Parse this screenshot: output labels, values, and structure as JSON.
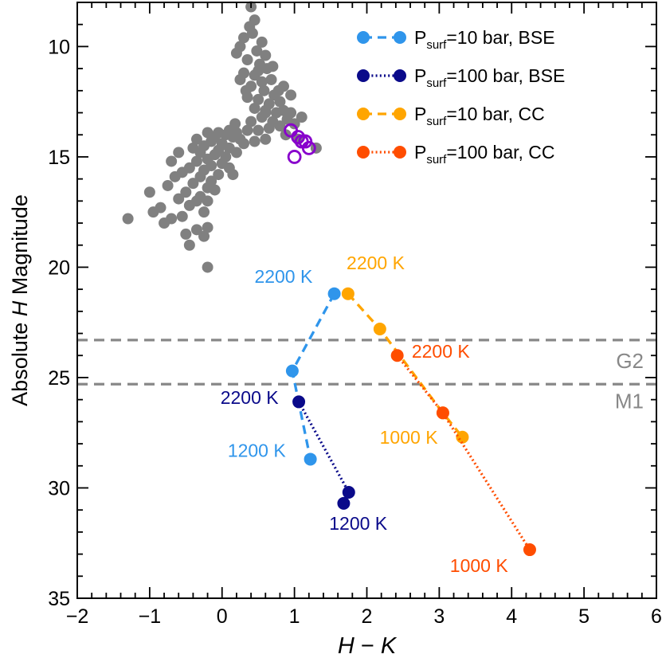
{
  "chart_data": {
    "type": "scatter",
    "xlabel": "H − K",
    "ylabel": "Absolute H Magnitude",
    "xlim": [
      -2,
      6
    ],
    "ylim": [
      35,
      8
    ],
    "y_inverted": true,
    "x_ticks": [
      -2,
      -1,
      0,
      1,
      2,
      3,
      4,
      5,
      6
    ],
    "x_tick_labels": [
      "−2",
      "−1",
      "0",
      "1",
      "2",
      "3",
      "4",
      "5",
      "6"
    ],
    "y_ticks": [
      10,
      15,
      20,
      25,
      30,
      35
    ],
    "y_tick_labels": [
      "10",
      "15",
      "20",
      "25",
      "30",
      "35"
    ],
    "grid": false,
    "legend_position": "top-right",
    "colors": {
      "field": "#808080",
      "purple": "#8800cc",
      "bse10": "#2f95eb",
      "bse100": "#0a0a8a",
      "cc10": "#ffa500",
      "cc100": "#ff4d00",
      "ref_lines": "#888888"
    },
    "series": [
      {
        "name": "P_surf=10 bar, BSE",
        "legend": {
          "p": "P",
          "sub": "surf",
          "rest": "=10 bar, BSE"
        },
        "color": "#2f95eb",
        "dash": "dashed",
        "points": [
          [
            1.55,
            21.2
          ],
          [
            0.97,
            24.7
          ],
          [
            1.22,
            28.7
          ]
        ]
      },
      {
        "name": "P_surf=100 bar, BSE",
        "legend": {
          "p": "P",
          "sub": "surf",
          "rest": "=100 bar, BSE"
        },
        "color": "#0a0a8a",
        "dash": "dotted",
        "points": [
          [
            1.06,
            26.1
          ],
          [
            1.75,
            30.2
          ],
          [
            1.68,
            30.7
          ]
        ]
      },
      {
        "name": "P_surf=10 bar, CC",
        "legend": {
          "p": "P",
          "sub": "surf",
          "rest": "=10 bar, CC"
        },
        "color": "#ffa500",
        "dash": "dashed",
        "points": [
          [
            1.74,
            21.2
          ],
          [
            2.18,
            22.8
          ],
          [
            3.05,
            26.6
          ],
          [
            3.32,
            27.7
          ]
        ]
      },
      {
        "name": "P_surf=100 bar, CC",
        "legend": {
          "p": "P",
          "sub": "surf",
          "rest": "=100 bar, CC"
        },
        "color": "#ff4d00",
        "dash": "dotted",
        "points": [
          [
            2.42,
            24.0
          ],
          [
            3.05,
            26.6
          ],
          [
            4.25,
            32.8
          ]
        ]
      }
    ],
    "field_objects": [
      [
        0.4,
        8.2
      ],
      [
        0.45,
        8.8
      ],
      [
        0.3,
        9.6
      ],
      [
        0.42,
        9.4
      ],
      [
        0.55,
        9.8
      ],
      [
        0.25,
        10.0
      ],
      [
        0.48,
        10.2
      ],
      [
        0.6,
        10.4
      ],
      [
        0.35,
        10.6
      ],
      [
        0.52,
        10.8
      ],
      [
        0.2,
        10.3
      ],
      [
        0.62,
        11.0
      ],
      [
        0.3,
        11.2
      ],
      [
        0.45,
        11.3
      ],
      [
        0.55,
        11.6
      ],
      [
        0.68,
        11.5
      ],
      [
        0.4,
        11.8
      ],
      [
        0.25,
        11.5
      ],
      [
        0.58,
        12.0
      ],
      [
        0.72,
        12.2
      ],
      [
        0.35,
        12.3
      ],
      [
        0.5,
        12.4
      ],
      [
        0.65,
        12.6
      ],
      [
        0.8,
        12.5
      ],
      [
        0.45,
        12.8
      ],
      [
        0.6,
        13.0
      ],
      [
        0.75,
        13.0
      ],
      [
        0.85,
        12.9
      ],
      [
        0.55,
        13.2
      ],
      [
        0.7,
        13.4
      ],
      [
        0.9,
        13.3
      ],
      [
        0.4,
        13.4
      ],
      [
        0.8,
        13.6
      ],
      [
        0.65,
        13.7
      ],
      [
        1.0,
        13.5
      ],
      [
        0.5,
        13.8
      ],
      [
        0.35,
        13.8
      ],
      [
        0.2,
        13.9
      ],
      [
        0.1,
        13.8
      ],
      [
        -0.05,
        13.9
      ],
      [
        -0.2,
        13.9
      ],
      [
        0.05,
        14.0
      ],
      [
        -0.1,
        14.1
      ],
      [
        0.15,
        14.1
      ],
      [
        0.25,
        14.2
      ],
      [
        0.45,
        14.3
      ],
      [
        0.6,
        14.2
      ],
      [
        -0.35,
        14.2
      ],
      [
        -0.15,
        14.3
      ],
      [
        0.0,
        14.4
      ],
      [
        0.3,
        14.4
      ],
      [
        -0.25,
        14.5
      ],
      [
        -0.4,
        14.6
      ],
      [
        0.1,
        14.6
      ],
      [
        -0.05,
        14.7
      ],
      [
        0.2,
        14.8
      ],
      [
        -0.3,
        14.8
      ],
      [
        -0.1,
        14.9
      ],
      [
        0.05,
        15.0
      ],
      [
        -0.2,
        15.1
      ],
      [
        -0.35,
        15.2
      ],
      [
        0.0,
        15.3
      ],
      [
        -0.15,
        15.4
      ],
      [
        0.1,
        15.5
      ],
      [
        -0.45,
        15.5
      ],
      [
        -0.25,
        15.6
      ],
      [
        -0.55,
        15.7
      ],
      [
        -0.05,
        15.8
      ],
      [
        -0.3,
        15.9
      ],
      [
        -0.65,
        15.9
      ],
      [
        -0.15,
        16.1
      ],
      [
        -0.4,
        16.2
      ],
      [
        -0.75,
        16.3
      ],
      [
        -0.2,
        16.4
      ],
      [
        -0.5,
        16.6
      ],
      [
        -0.3,
        16.8
      ],
      [
        -0.6,
        16.9
      ],
      [
        -0.2,
        17.0
      ],
      [
        -0.45,
        17.2
      ],
      [
        -0.85,
        17.3
      ],
      [
        -0.25,
        17.5
      ],
      [
        -0.55,
        17.7
      ],
      [
        -0.7,
        17.8
      ],
      [
        -1.0,
        16.6
      ],
      [
        -0.95,
        17.5
      ],
      [
        -0.35,
        18.3
      ],
      [
        -0.5,
        18.5
      ],
      [
        -0.25,
        18.6
      ],
      [
        -0.45,
        19.0
      ],
      [
        -0.2,
        20.0
      ],
      [
        -1.3,
        17.8
      ],
      [
        -0.8,
        18.0
      ],
      [
        -0.2,
        18.2
      ],
      [
        1.05,
        14.2
      ],
      [
        1.3,
        14.6
      ],
      [
        1.1,
        13.2
      ],
      [
        0.95,
        13.0
      ],
      [
        0.85,
        11.8
      ],
      [
        0.7,
        10.9
      ],
      [
        0.38,
        9.1
      ],
      [
        0.5,
        11.1
      ],
      [
        0.33,
        12.0
      ],
      [
        0.6,
        12.9
      ],
      [
        0.78,
        12.0
      ],
      [
        0.95,
        12.2
      ],
      [
        0.18,
        13.5
      ],
      [
        -0.6,
        14.8
      ],
      [
        -0.7,
        15.2
      ],
      [
        0.15,
        15.8
      ],
      [
        -0.1,
        16.5
      ],
      [
        -0.35,
        17.0
      ],
      [
        0.88,
        14.0
      ]
    ],
    "purple_open_points": [
      [
        0.95,
        13.8
      ],
      [
        1.05,
        14.1
      ],
      [
        1.15,
        14.3
      ],
      [
        1.2,
        14.6
      ],
      [
        1.1,
        14.3
      ],
      [
        1.0,
        15.0
      ]
    ],
    "ref_lines": [
      {
        "label": "G2",
        "y": 23.3
      },
      {
        "label": "M1",
        "y": 25.3
      }
    ],
    "annotations": [
      {
        "text": "2200 K",
        "color": "#2f95eb",
        "x": 1.25,
        "y": 20.7,
        "anchor": "end"
      },
      {
        "text": "2200 K",
        "color": "#ffa500",
        "x": 1.72,
        "y": 20.1,
        "anchor": "start"
      },
      {
        "text": "2200 K",
        "color": "#ff4d00",
        "x": 2.62,
        "y": 24.1,
        "anchor": "start"
      },
      {
        "text": "2200 K",
        "color": "#0a0a8a",
        "x": 0.78,
        "y": 26.2,
        "anchor": "end"
      },
      {
        "text": "1200 K",
        "color": "#2f95eb",
        "x": 0.88,
        "y": 28.6,
        "anchor": "end"
      },
      {
        "text": "1000 K",
        "color": "#ffa500",
        "x": 2.98,
        "y": 28.0,
        "anchor": "end"
      },
      {
        "text": "1200 K",
        "color": "#0a0a8a",
        "x": 1.48,
        "y": 31.9,
        "anchor": "start"
      },
      {
        "text": "1000 K",
        "color": "#ff4d00",
        "x": 3.95,
        "y": 33.8,
        "anchor": "end"
      }
    ]
  }
}
